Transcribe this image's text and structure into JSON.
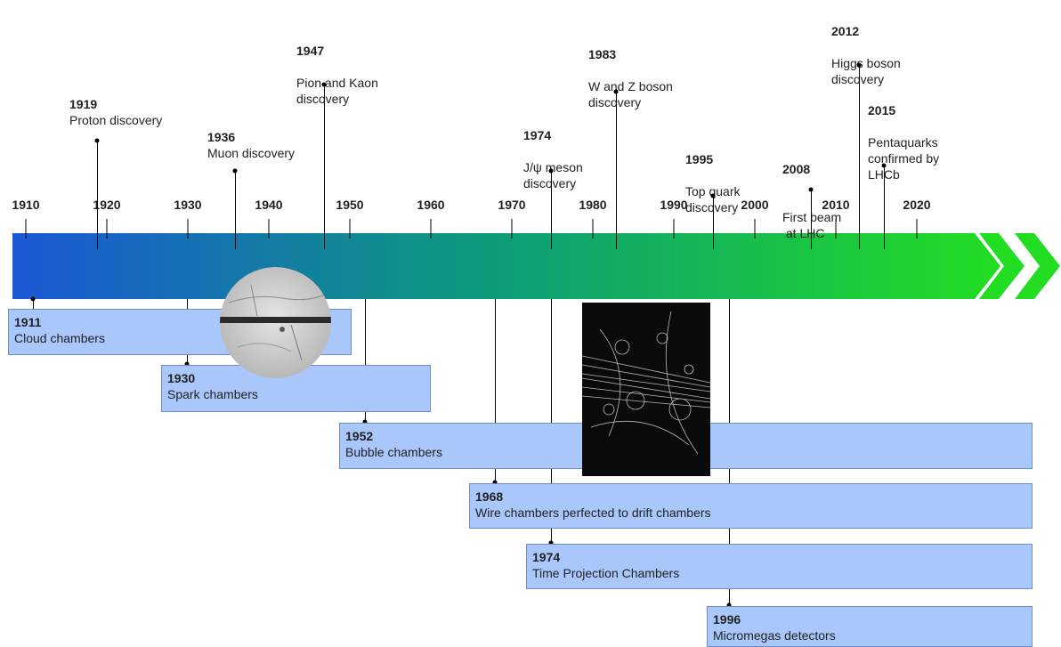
{
  "timeline": {
    "year_labels": [
      "1910",
      "1920",
      "1930",
      "1940",
      "1950",
      "1960",
      "1970",
      "1980",
      "1990",
      "2000",
      "2010",
      "2020"
    ],
    "bar_colors": {
      "start": "#1b57d6",
      "end": "#22dd22"
    }
  },
  "discoveries": [
    {
      "year": "1919",
      "text": "Proton discovery"
    },
    {
      "year": "1936",
      "text": "Muon discovery"
    },
    {
      "year": "1947",
      "text": "Pion and Kaon\ndiscovery"
    },
    {
      "year": "1974",
      "text": "J/ψ meson\ndiscovery"
    },
    {
      "year": "1983",
      "text": "W and Z boson\ndiscovery"
    },
    {
      "year": "1995",
      "text": "Top quark\ndiscovery"
    },
    {
      "year": "2008",
      "text": "First beam\n at LHC"
    },
    {
      "year": "2012",
      "text": "Higgs boson\ndiscovery"
    },
    {
      "year": "2015",
      "text": "Pentaquarks\nconfirmed by\nLHCb"
    }
  ],
  "detectors": [
    {
      "year": "1911",
      "text": "Cloud chambers"
    },
    {
      "year": "1930",
      "text": "Spark chambers"
    },
    {
      "year": "1952",
      "text": "Bubble chambers"
    },
    {
      "year": "1968",
      "text": "Wire chambers perfected to drift chambers"
    },
    {
      "year": "1974",
      "text": "Time Projection Chambers"
    },
    {
      "year": "1996",
      "text": "Micromegas detectors"
    }
  ]
}
